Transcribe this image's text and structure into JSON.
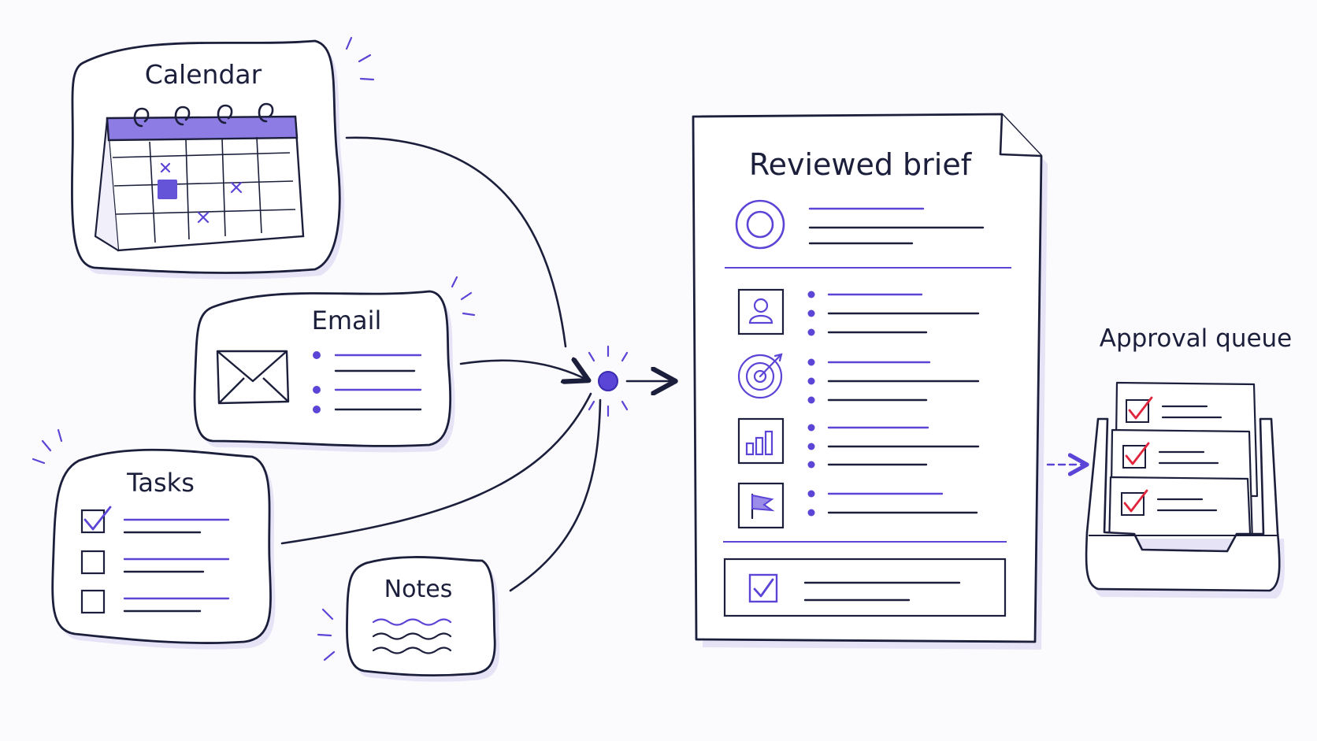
{
  "sources": {
    "calendar": {
      "label": "Calendar"
    },
    "email": {
      "label": "Email"
    },
    "tasks": {
      "label": "Tasks"
    },
    "notes": {
      "label": "Notes"
    }
  },
  "brief": {
    "title": "Reviewed brief"
  },
  "queue": {
    "label": "Approval queue"
  },
  "colors": {
    "ink": "#1c1f3b",
    "accent": "#5b45d6",
    "accent_light": "#9a8ce8",
    "check_red": "#e0243b",
    "shadow": "#e6e3f6"
  },
  "icons": [
    "calendar-icon",
    "envelope-icon",
    "checkbox-icon",
    "wavy-lines-icon",
    "target-ring-icon",
    "user-icon",
    "dartboard-icon",
    "bar-chart-icon",
    "flag-icon",
    "checkmark-icon",
    "inbox-tray-icon"
  ]
}
